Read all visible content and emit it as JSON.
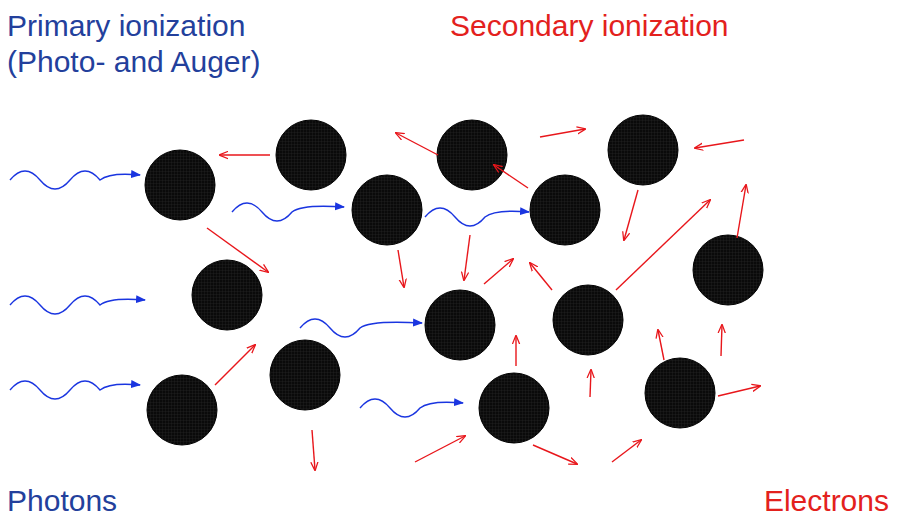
{
  "diagram": {
    "labels": [
      "Primary ionization (Photo- and Auger)",
      "Secondary ionization",
      "Photons",
      "Electrons"
    ]
  }
}
